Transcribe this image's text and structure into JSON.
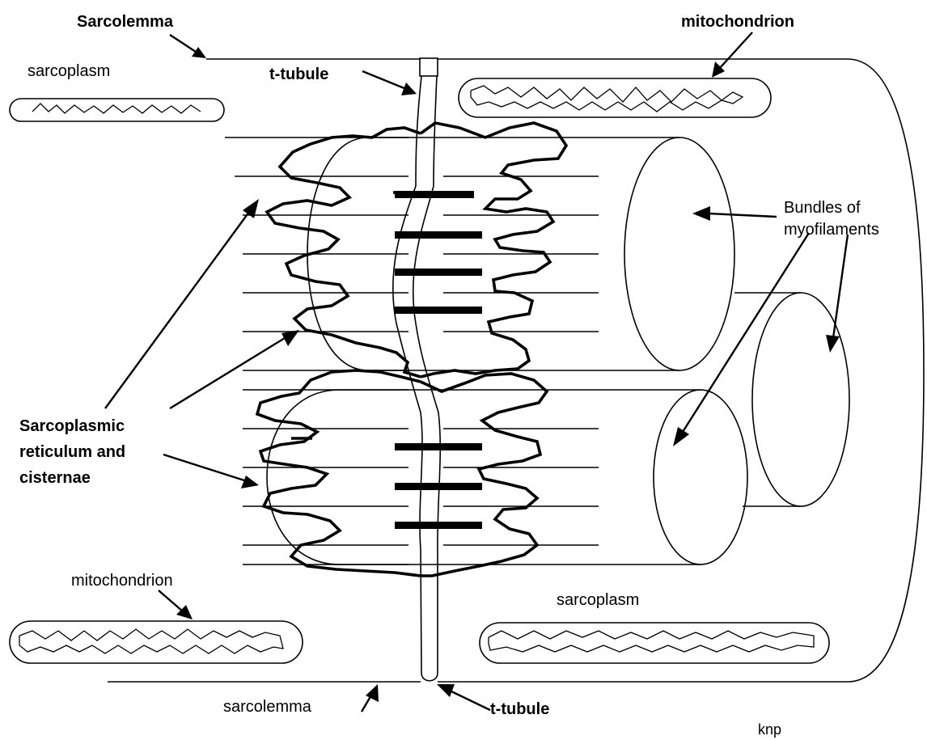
{
  "labels": {
    "sarcolemma_top": "Sarcolemma",
    "mitochondrion_top": "mitochondrion",
    "sarcoplasm_top": "sarcoplasm",
    "t_tubule_top": "t-tubule",
    "bundles_line1": "Bundles of",
    "bundles_line2": "myofilaments",
    "sr_line1": "Sarcoplasmic",
    "sr_line2": "reticulum and",
    "sr_line3": "cisternae",
    "mitochondrion_bottom": "mitochondrion",
    "sarcoplasm_bottom": "sarcoplasm",
    "sarcolemma_bottom": "sarcolemma",
    "t_tubule_bottom": "t-tubule",
    "credit": "knp"
  }
}
